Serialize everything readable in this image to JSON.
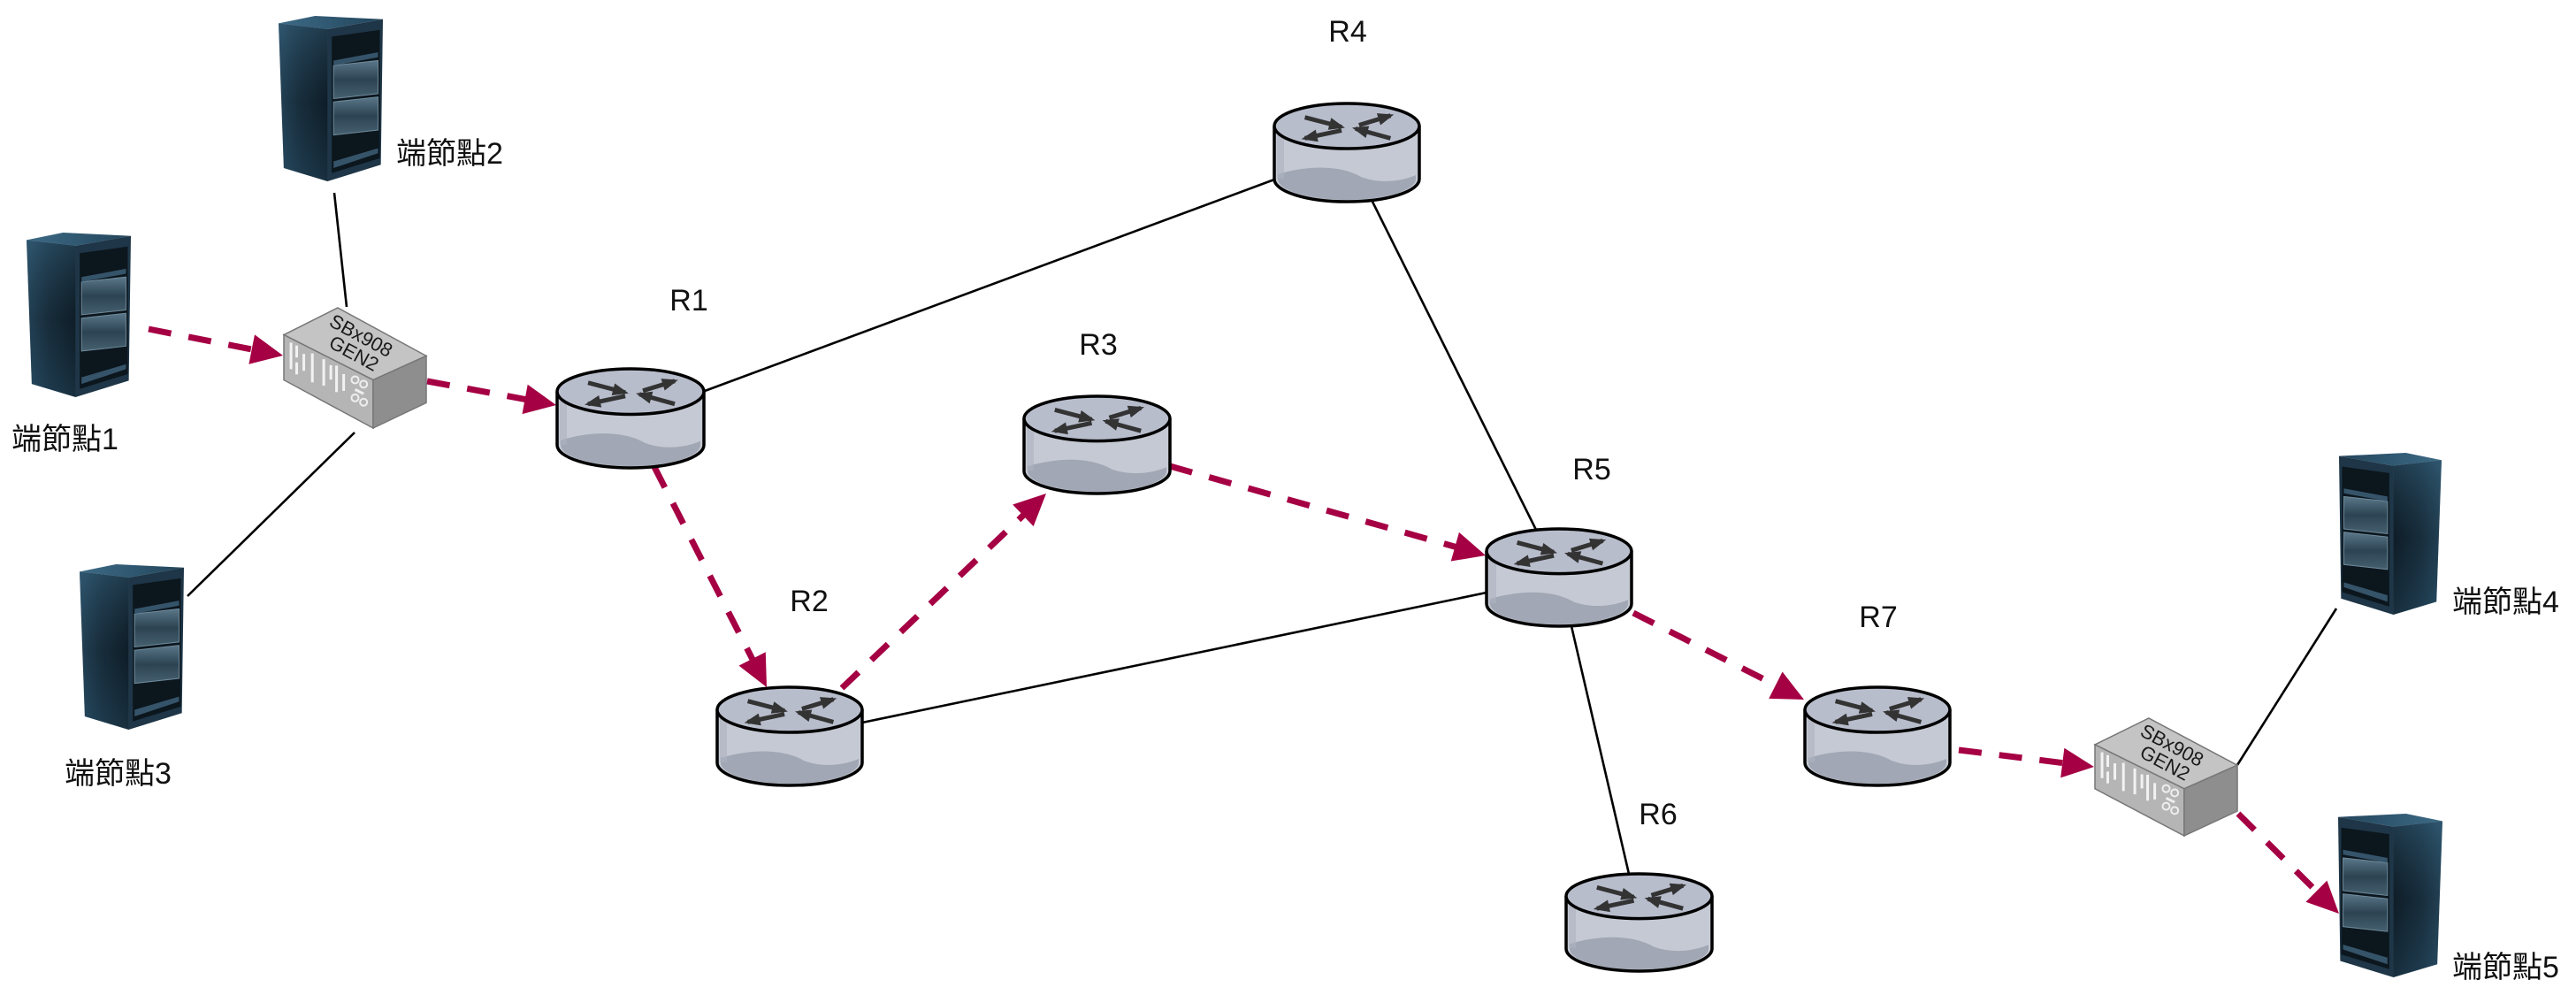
{
  "diagram": {
    "type": "network-topology",
    "colors": {
      "flow_path": "#a50043",
      "link": "#000000",
      "router_top": "#b8bdcc",
      "router_body": "#c5c9d3",
      "router_bottom": "#a1a7b4",
      "switch": "#bdbdbd",
      "server": "#1f3a4d"
    },
    "nodes": [
      {
        "id": "n1",
        "type": "server",
        "label": "端節點1"
      },
      {
        "id": "n2",
        "type": "server",
        "label": "端節點2"
      },
      {
        "id": "n3",
        "type": "server",
        "label": "端節點3"
      },
      {
        "id": "n4",
        "type": "server",
        "label": "端節點4"
      },
      {
        "id": "n5",
        "type": "server",
        "label": "端節點5"
      },
      {
        "id": "sw1",
        "type": "switch",
        "label": "SBx908 GEN2",
        "model_line1": "SBx908",
        "model_line2": "GEN2"
      },
      {
        "id": "sw2",
        "type": "switch",
        "label": "SBx908 GEN2",
        "model_line1": "SBx908",
        "model_line2": "GEN2"
      },
      {
        "id": "r1",
        "type": "router",
        "label": "R1"
      },
      {
        "id": "r2",
        "type": "router",
        "label": "R2"
      },
      {
        "id": "r3",
        "type": "router",
        "label": "R3"
      },
      {
        "id": "r4",
        "type": "router",
        "label": "R4"
      },
      {
        "id": "r5",
        "type": "router",
        "label": "R5"
      },
      {
        "id": "r6",
        "type": "router",
        "label": "R6"
      },
      {
        "id": "r7",
        "type": "router",
        "label": "R7"
      }
    ],
    "links": [
      {
        "from": "n2",
        "to": "sw1",
        "style": "solid"
      },
      {
        "from": "sw1",
        "to": "n3",
        "style": "solid"
      },
      {
        "from": "r1",
        "to": "r4",
        "style": "solid"
      },
      {
        "from": "r4",
        "to": "r5",
        "style": "solid"
      },
      {
        "from": "r2",
        "to": "r5",
        "style": "solid"
      },
      {
        "from": "r5",
        "to": "r6",
        "style": "solid"
      },
      {
        "from": "sw2",
        "to": "n4",
        "style": "solid"
      },
      {
        "from": "n1",
        "to": "sw1",
        "style": "flow-arrow"
      },
      {
        "from": "sw1",
        "to": "r1",
        "style": "flow-arrow"
      },
      {
        "from": "r1",
        "to": "r2",
        "style": "flow-arrow"
      },
      {
        "from": "r2",
        "to": "r3",
        "style": "flow-arrow"
      },
      {
        "from": "r3",
        "to": "r5",
        "style": "flow-arrow"
      },
      {
        "from": "r5",
        "to": "r7",
        "style": "flow-arrow"
      },
      {
        "from": "r7",
        "to": "sw2",
        "style": "flow-arrow"
      },
      {
        "from": "sw2",
        "to": "n5",
        "style": "flow-arrow"
      }
    ]
  }
}
